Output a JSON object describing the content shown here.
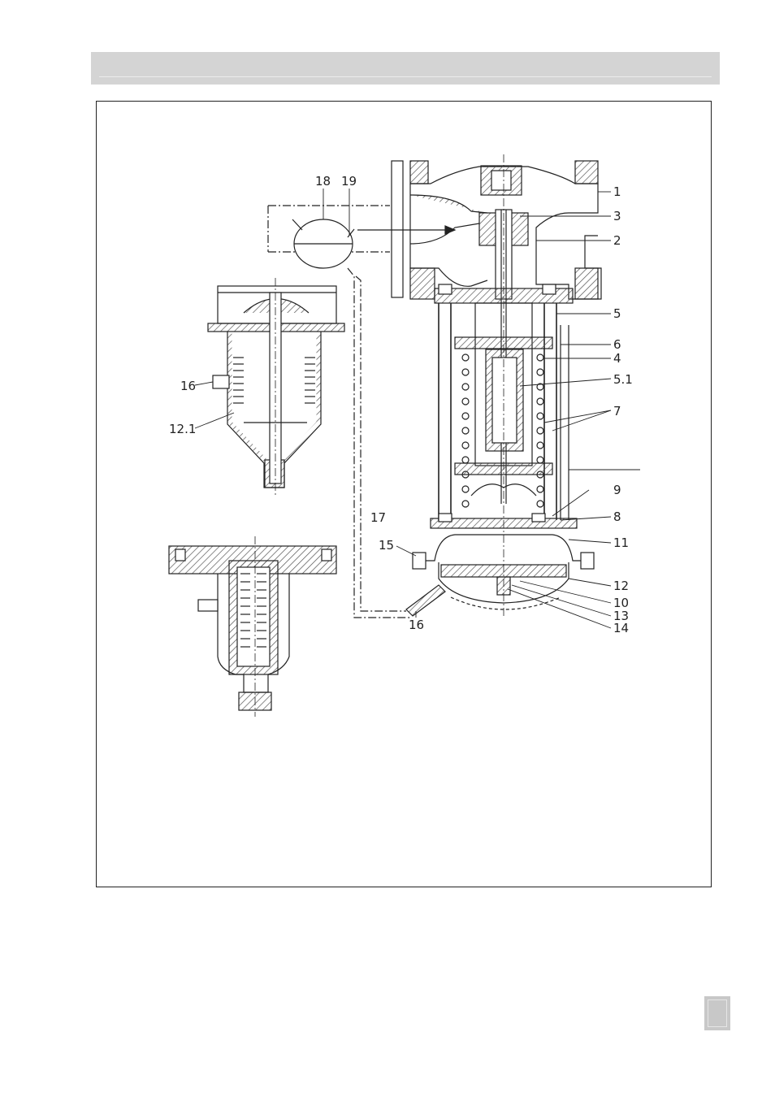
{
  "callouts": [
    {
      "id": "c1",
      "label": "1"
    },
    {
      "id": "c3",
      "label": "3"
    },
    {
      "id": "c2",
      "label": "2"
    },
    {
      "id": "c5",
      "label": "5"
    },
    {
      "id": "c6",
      "label": "6"
    },
    {
      "id": "c4",
      "label": "4"
    },
    {
      "id": "c51",
      "label": "5.1"
    },
    {
      "id": "c7",
      "label": "7"
    },
    {
      "id": "c9",
      "label": "9"
    },
    {
      "id": "c8",
      "label": "8"
    },
    {
      "id": "c11",
      "label": "11"
    },
    {
      "id": "c12",
      "label": "12"
    },
    {
      "id": "c10",
      "label": "10"
    },
    {
      "id": "c13",
      "label": "13"
    },
    {
      "id": "c14",
      "label": "14"
    },
    {
      "id": "c15",
      "label": "15"
    },
    {
      "id": "c16a",
      "label": "16"
    },
    {
      "id": "c16b",
      "label": "16"
    },
    {
      "id": "c17",
      "label": "17"
    },
    {
      "id": "c18",
      "label": "18"
    },
    {
      "id": "c19",
      "label": "19"
    },
    {
      "id": "c121",
      "label": "12.1"
    }
  ],
  "colors": {
    "header": "#d4d4d4",
    "line": "#222222",
    "hatch": "#555555"
  }
}
